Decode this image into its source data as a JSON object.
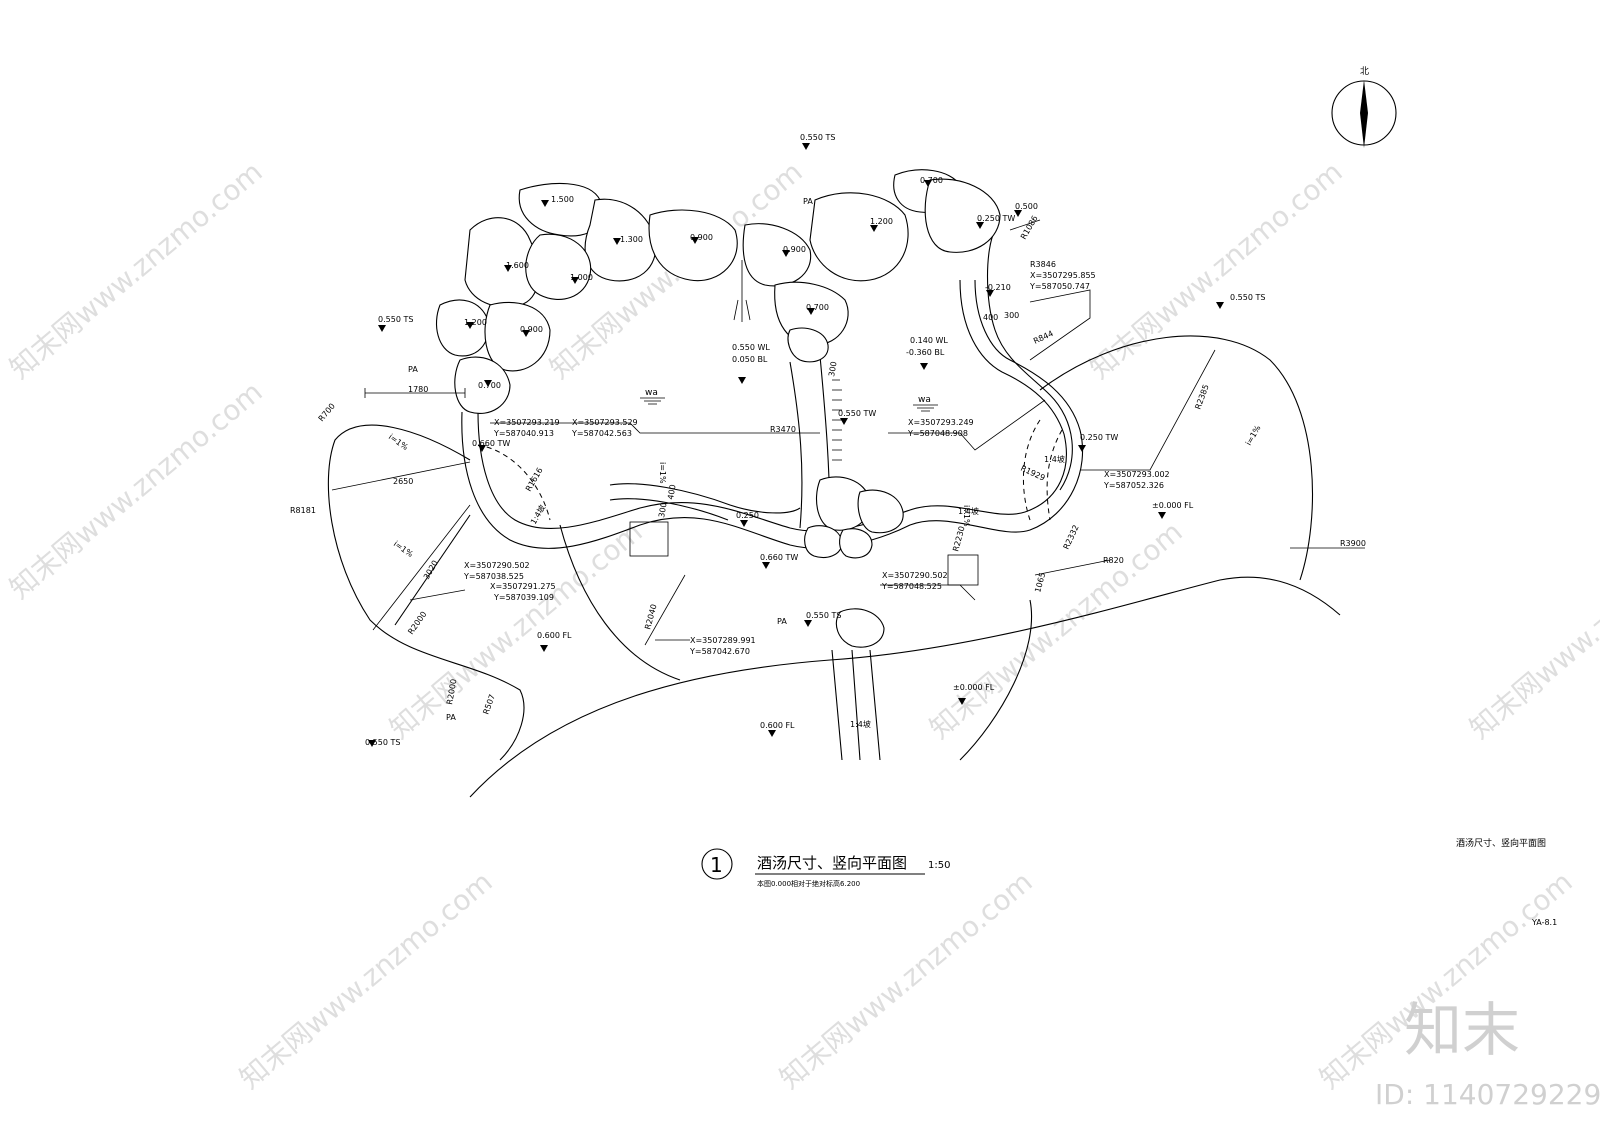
{
  "drawing": {
    "title": "酒汤尺寸、竖向平面图",
    "scale": "1:50",
    "index_number": "1",
    "note": "本图0.000相对于绝对标高6.200",
    "sheet_title": "酒汤尺寸、竖向平面图",
    "sheet_number": "YA-8.1",
    "north_label": "北"
  },
  "elevations": [
    {
      "text": "0.550 TS"
    },
    {
      "text": "0.550 TS"
    },
    {
      "text": "0.550 TS"
    },
    {
      "text": "0.550 TS"
    },
    {
      "text": "0.550 TS"
    },
    {
      "text": "1.500"
    },
    {
      "text": "1.300"
    },
    {
      "text": "1.600"
    },
    {
      "text": "1.000"
    },
    {
      "text": "0.900"
    },
    {
      "text": "0.900"
    },
    {
      "text": "1.200"
    },
    {
      "text": "0.900"
    },
    {
      "text": "0.700"
    },
    {
      "text": "0.700"
    },
    {
      "text": "1.200"
    },
    {
      "text": "0.700"
    },
    {
      "text": "0.250 TW"
    },
    {
      "text": "0.500"
    },
    {
      "text": "-0.210"
    },
    {
      "text": "0.660 TW"
    },
    {
      "text": "0.550 TW"
    },
    {
      "text": "0.250 TW"
    },
    {
      "text": "0.250"
    },
    {
      "text": "0.660 TW"
    },
    {
      "text": "±0.000 FL"
    },
    {
      "text": "0.600 FL"
    },
    {
      "text": "±0.000 FL"
    },
    {
      "text": "0.600 FL"
    }
  ],
  "water_levels": [
    {
      "wl": "0.550 WL",
      "bl": "0.050 BL",
      "symbol": "wa"
    },
    {
      "wl": "0.140 WL",
      "bl": "-0.360 BL",
      "symbol": "wa"
    }
  ],
  "area_labels": [
    "PA",
    "PA",
    "PA",
    "PA"
  ],
  "coordinates": [
    {
      "x": "X=3507293.219",
      "y": "Y=587040.913"
    },
    {
      "x": "X=3507293.529",
      "y": "Y=587042.563"
    },
    {
      "x": "X=3507293.249",
      "y": "Y=587048.908"
    },
    {
      "x": "X=3507295.855",
      "y": "Y=587050.747"
    },
    {
      "x": "X=3507293.002",
      "y": "Y=587052.326"
    },
    {
      "x": "X=3507290.502",
      "y": "Y=587038.525"
    },
    {
      "x": "X=3507291.275",
      "y": "Y=587039.109"
    },
    {
      "x": "X=3507290.502",
      "y": "Y=587048.525"
    },
    {
      "x": "X=3507289.991",
      "y": "Y=587042.670"
    }
  ],
  "dimensions": [
    "1780",
    "2650",
    "3020",
    "R700",
    "R8181",
    "R2000",
    "R2000",
    "R507",
    "R3470",
    "R1086",
    "R3846",
    "R844",
    "R2385",
    "R3900",
    "R2332",
    "R820",
    "1065",
    "R2040",
    "R2230",
    "R1929",
    "R1616",
    "400",
    "300",
    "300",
    "300",
    "400",
    "i=1%",
    "i=1%",
    "i=1%",
    "i=1%",
    "i=1%",
    "1:4坡",
    "1:4坡",
    "1:4坡",
    "1:4坡"
  ],
  "watermark": {
    "site_text": "知末网www.znzmo.com",
    "brand": "知末",
    "id_text": "ID: 1140729229"
  }
}
